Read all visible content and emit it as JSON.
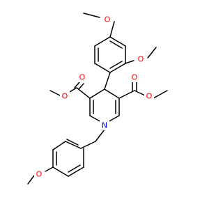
{
  "atom_labels": {
    "o_top_ome": "O",
    "o_ring_ome": "O",
    "o_left_carbonyl": "O",
    "o_left_ester": "O",
    "o_right_carbonyl": "O",
    "o_right_ester": "O",
    "n_ring": "N",
    "o_bottom_ome": "O"
  },
  "colors": {
    "oxygen": "#ff0000",
    "nitrogen": "#0000ff",
    "bond": "#000000"
  }
}
